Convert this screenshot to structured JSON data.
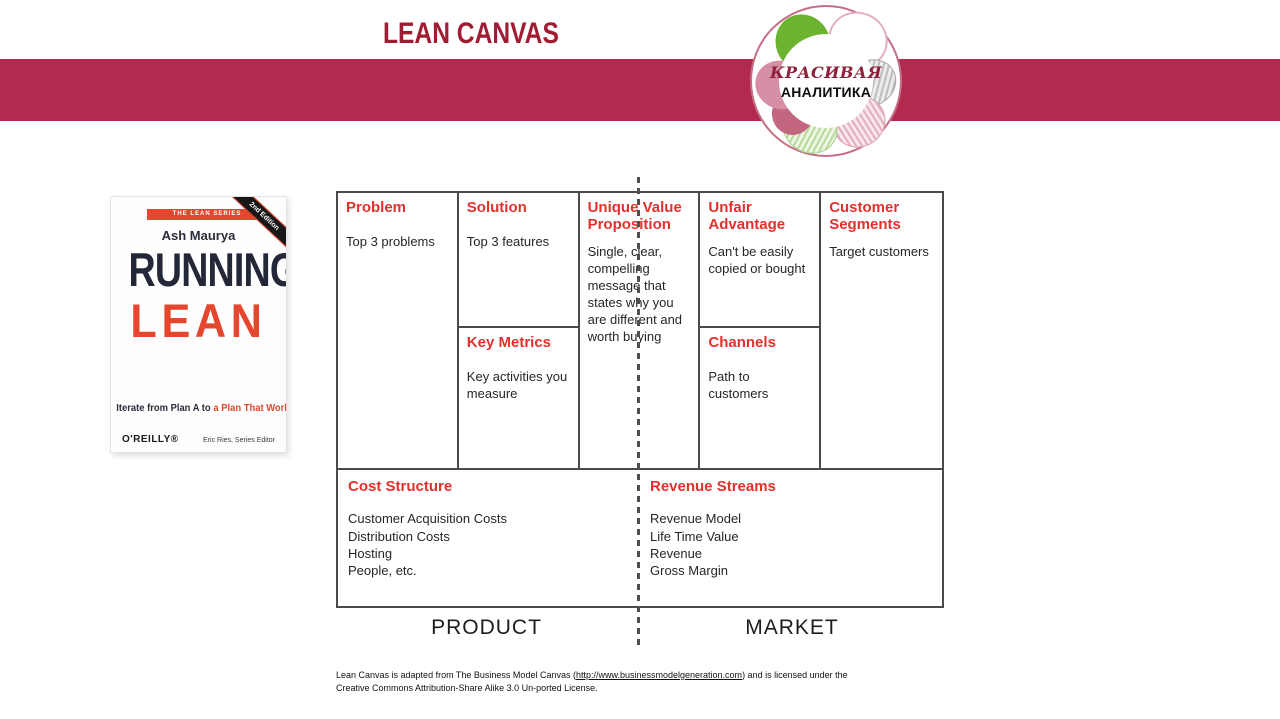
{
  "page": {
    "title": "LEAN CANVAS"
  },
  "logo": {
    "line1": "КРАСИВАЯ",
    "line2": "АНАЛИТИКА"
  },
  "book": {
    "series_label": "THE LEAN SERIES",
    "edition_ribbon": "2nd Edition",
    "author": "Ash Maurya",
    "title_line1": "RUNNING",
    "title_line2": "LEAN",
    "subtitle_dark": "Iterate from Plan A to",
    "subtitle_red": "a Plan That Works",
    "publisher": "O'REILLY®",
    "series_editor": "Eric Ries, Series Editor"
  },
  "canvas": {
    "cells": {
      "problem": {
        "title": "Problem",
        "body": "Top 3 problems"
      },
      "solution": {
        "title": "Solution",
        "body": "Top 3 features"
      },
      "key_metrics": {
        "title": "Key Metrics",
        "body": "Key activities you measure"
      },
      "uvp": {
        "title": "Unique Value Proposition",
        "body": "Single, clear, compelling message that states why you are different and worth buying"
      },
      "unfair_advantage": {
        "title": "Unfair Advantage",
        "body": "Can't be easily copied or bought"
      },
      "channels": {
        "title": "Channels",
        "body": "Path to customers"
      },
      "customer_segments": {
        "title": "Customer Segments",
        "body": "Target customers"
      },
      "cost_structure": {
        "title": "Cost Structure",
        "lines": [
          "Customer Acquisition Costs",
          "Distribution Costs",
          "Hosting",
          "People, etc."
        ]
      },
      "revenue_streams": {
        "title": "Revenue Streams",
        "lines": [
          "Revenue Model",
          "Life Time Value",
          "Revenue",
          "Gross Margin"
        ]
      }
    },
    "product_label": "PRODUCT",
    "market_label": "MARKET"
  },
  "footnote": {
    "line1_prefix": "Lean Canvas is adapted from The Business Model Canvas (",
    "link": "http://www.businessmodelgeneration.com",
    "line1_suffix": ") and is licensed under the",
    "line2": "Creative Commons Attribution-Share Alike 3.0 Un-ported License."
  },
  "colors": {
    "banner": "#b42a4f",
    "page_title": "#a01c33",
    "cell_heading": "#e2312d",
    "book_accent": "#e5472e",
    "logo_green": "#6cb32f",
    "grid_line": "#4a4a4a"
  }
}
